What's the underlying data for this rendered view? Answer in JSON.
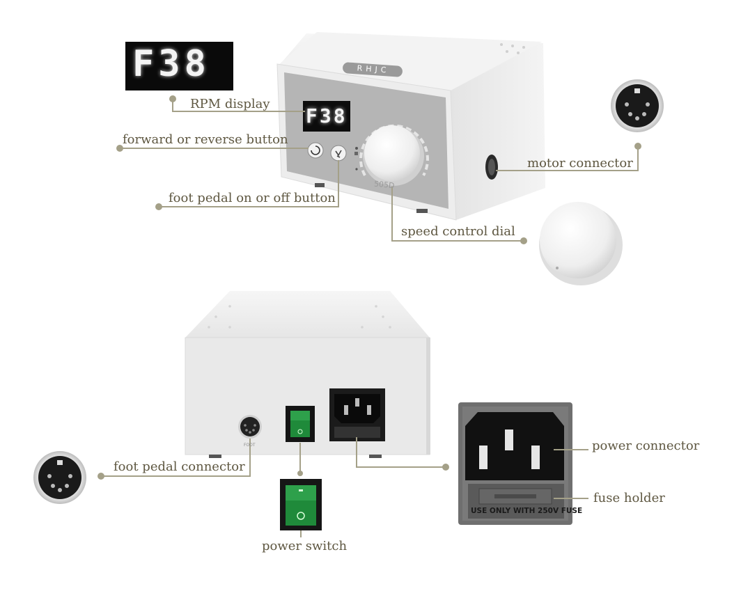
{
  "display": {
    "reading": "F38",
    "brand": "RHJC",
    "model_text": "505D"
  },
  "rear_panel": {
    "port_text": "FOOT",
    "fuse_text": "USE ONLY WITH 250V FUSE"
  },
  "labels": {
    "rpm_display": "RPM display",
    "forward_reverse": "forward or reverse button",
    "foot_pedal_button": "foot pedal on or off button",
    "motor_connector": "motor connector",
    "speed_control": "speed control dial",
    "foot_pedal_connector": "foot pedal connector",
    "power_switch": "power switch",
    "power_connector": "power connector",
    "fuse_holder": "fuse holder"
  },
  "colors": {
    "leader_line": "#a4a088",
    "label_text": "#5e5741",
    "display_bg": "#0c0c0c",
    "switch_green": "#1f8a3a",
    "body_white": "#ececec"
  }
}
